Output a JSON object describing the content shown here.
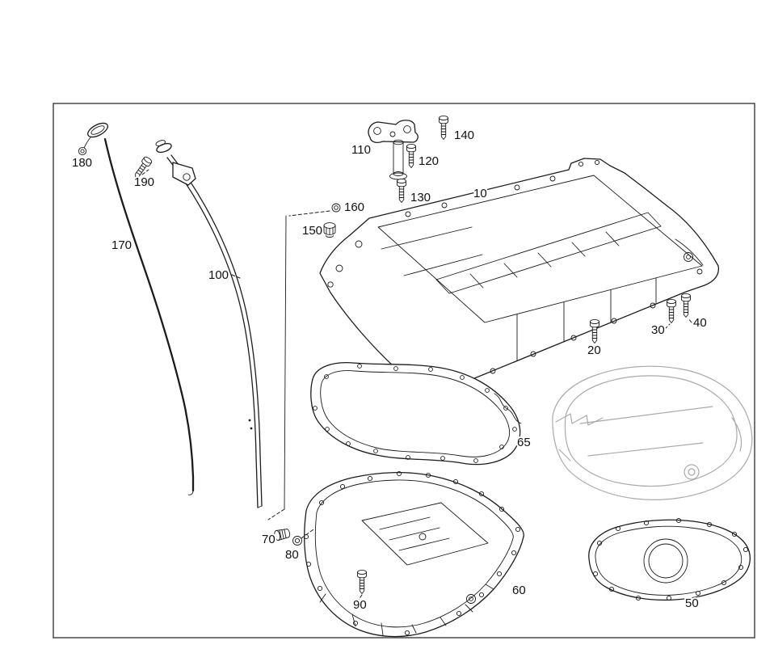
{
  "diagram": {
    "labels": [
      "180",
      "190",
      "170",
      "100",
      "110",
      "140",
      "120",
      "130",
      "160",
      "150",
      "10",
      "20",
      "30",
      "40",
      "65",
      "70",
      "80",
      "90",
      "60",
      "50"
    ],
    "colors": {
      "line": "#1c1c1c",
      "ghost": "#a9a9a9",
      "border": "#3c3c3c",
      "background": "#ffffff",
      "label_text": "#111111"
    }
  }
}
